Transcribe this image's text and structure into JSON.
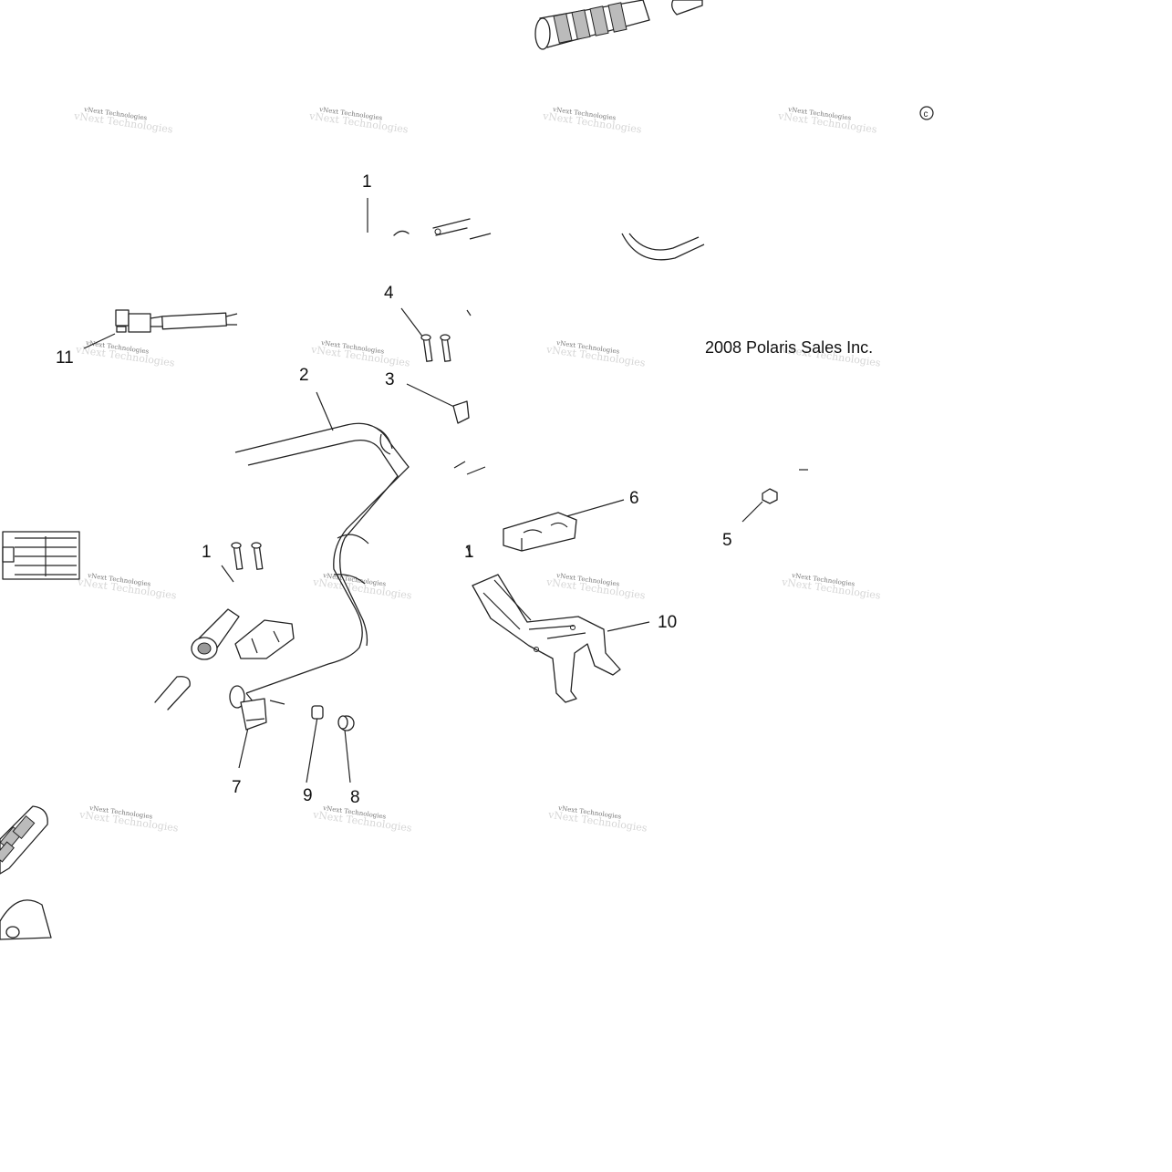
{
  "diagram": {
    "copyright_text": "2008 Polaris Sales Inc.",
    "copyright_symbol": "c",
    "watermark_text": "vNext Technologies",
    "callouts": [
      "1",
      "1",
      "2",
      "3",
      "4",
      "5",
      "6",
      "7",
      "8",
      "9",
      "10",
      "11",
      "1"
    ]
  }
}
